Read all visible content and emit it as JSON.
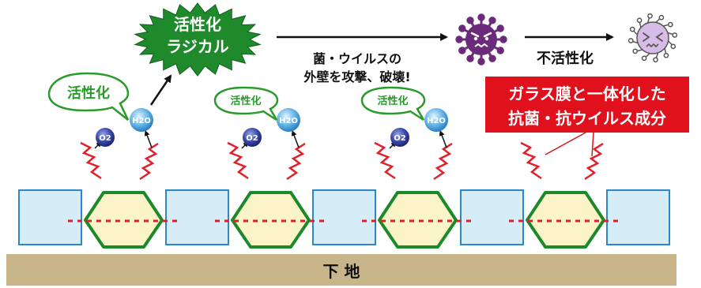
{
  "burst": {
    "line1": "活性化",
    "line2": "ラジカル"
  },
  "attack_text": {
    "line1": "菌・ウイルスの",
    "line2": "外壁を攻撃、破壊!"
  },
  "inactivation_label": "不活性化",
  "activation_bubbles": [
    "活性化",
    "活性化",
    "活性化"
  ],
  "molecules": {
    "oxygen": "O2",
    "water": "H2O"
  },
  "red_callout": {
    "line1": "ガラス膜と一体化した",
    "line2": "抗菌・抗ウイルス成分"
  },
  "base_label": "下 地",
  "colors": {
    "burst_green": "#1e8a2c",
    "bubble_green": "#2a9a2a",
    "square_fill": "#d6ecf7",
    "square_stroke": "#2a88c8",
    "hexagon_fill": "#fbf4c9",
    "hexagon_stroke": "#1c8a2a",
    "dotted_red": "#e0202a",
    "zigzag_red": "#e0202a",
    "callout_red": "#e0101c",
    "base_tan": "#c8b58a",
    "virus_active": "#6b2a7a",
    "virus_inactive": "#d6bce6",
    "oxygen_blue": "#2d3a8a",
    "water_blue": "#4aa6e0"
  },
  "icons": {
    "virus_active": "virus-icon",
    "virus_inactive": "inactive-virus-icon"
  }
}
